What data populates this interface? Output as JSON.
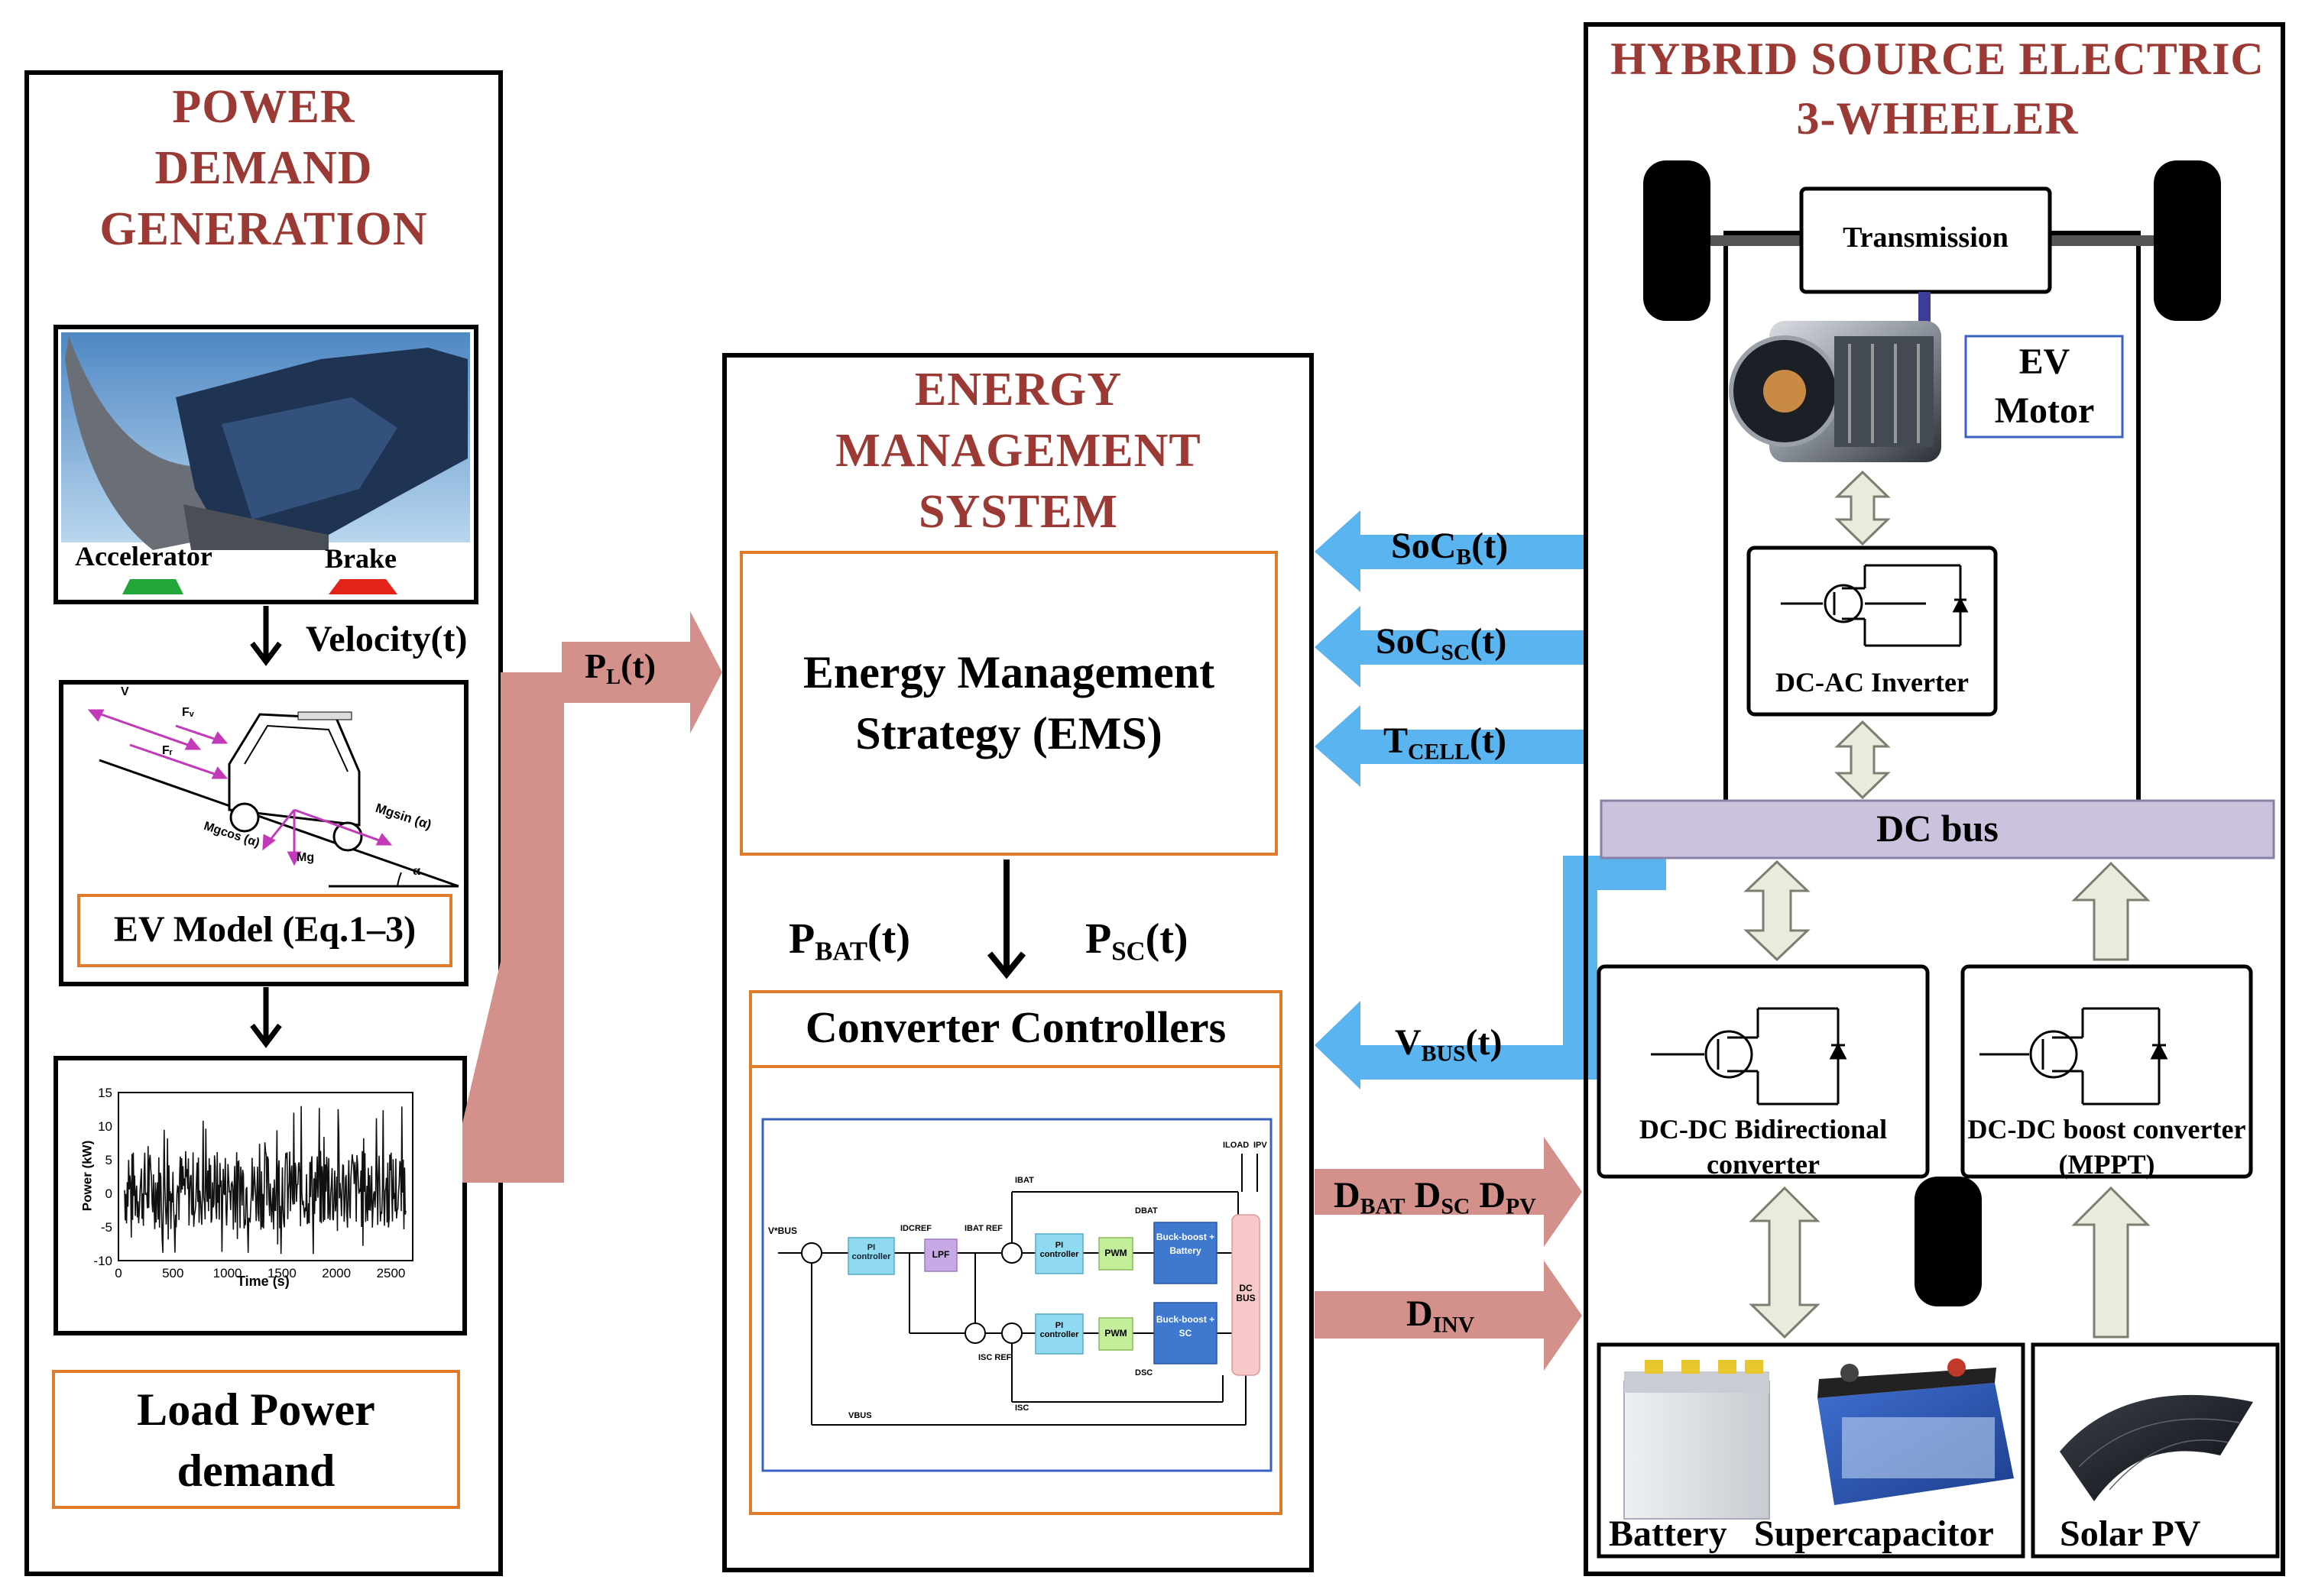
{
  "titles": {
    "power_demand": "POWER DEMAND GENERATION",
    "ems": "ENERGY MANAGEMENT SYSTEM",
    "hybrid": "HYBRID SOURCE ELECTRIC 3-WHEELER"
  },
  "pedals": {
    "accelerator": "Accelerator",
    "brake": "Brake"
  },
  "velocity": {
    "base": "Velocity",
    "arg": "(t)"
  },
  "ev_model": {
    "box_label": "EV Model (Eq.1–3)",
    "forces": {
      "v": "V",
      "fw": "Fᵥ",
      "fr": "Fᵣ",
      "mgsin": "Mgsin (α)",
      "mgcos": "Mgcos (α)",
      "mg": "Mg",
      "alpha": "α"
    }
  },
  "power_plot": {
    "ylabel": "Power (kW)",
    "xlabel": "Time (s)",
    "yticks": [
      "15",
      "10",
      "5",
      "0",
      "-5",
      "-10"
    ],
    "xticks": [
      "0",
      "500",
      "1000",
      "1500",
      "2000",
      "2500"
    ]
  },
  "load_power": "Load Power demand",
  "pl": {
    "base": "P",
    "sub": "L",
    "arg": "(t)"
  },
  "ems": {
    "strategy": "Energy Management Strategy (EMS)",
    "pbat": {
      "base": "P",
      "sub": "BAT",
      "arg": "(t)"
    },
    "psc": {
      "base": "P",
      "sub": "SC",
      "arg": "(t)"
    },
    "converter_title": "Converter Controllers"
  },
  "controller_diagram": {
    "vbus_ref": "V*BUS",
    "pi": "PI controller",
    "lpf": "LPF",
    "pwm": "PWM",
    "bb_battery": "Buck-boost + Battery",
    "bb_sc": "Buck-boost + SC",
    "dc_bus": "DC BUS",
    "i_dc_ref": "IDCREF",
    "i_bat_ref": "IBAT REF",
    "i_sc_ref": "ISC REF",
    "i_bat": "IBAT",
    "i_sc": "ISC",
    "d_bat": "DBAT",
    "d_sc": "DSC",
    "v_bus": "VBUS",
    "i_load": "ILOAD",
    "i_pv": "IPV"
  },
  "signals": {
    "socb": {
      "base": "SoC",
      "sub": "B",
      "arg": "(t)"
    },
    "socsc": {
      "base": "SoC",
      "sub": "SC",
      "arg": "(t)"
    },
    "tcell": {
      "base": "T",
      "sub": "CELL",
      "arg": "(t)"
    },
    "vbus": {
      "base": "V",
      "sub": "BUS",
      "arg": "(t)"
    },
    "duties": {
      "d1": "D",
      "s1": "BAT",
      "d2": "D",
      "s2": "SC",
      "d3": "D",
      "s3": "PV"
    },
    "dinv": {
      "base": "D",
      "sub": "INV"
    }
  },
  "vehicle": {
    "transmission": "Transmission",
    "motor": "EV Motor",
    "inverter": "DC-AC Inverter",
    "dc_bus": "DC bus",
    "bidir": "DC-DC Bidirectional converter",
    "boost": "DC-DC boost converter (MPPT)",
    "battery": "Battery",
    "supercap": "Supercapacitor",
    "solar": "Solar PV"
  },
  "colors": {
    "title": "#9b3a35",
    "orange_box": "#e07b2b",
    "blue_arrow": "#5ab4f0",
    "pink_arrow": "#d4908a",
    "dc_bus_fill": "#cbc3dd",
    "double_arrow": "#e9ecdc",
    "accelerator": "#22a83a",
    "brake": "#e2231a"
  }
}
